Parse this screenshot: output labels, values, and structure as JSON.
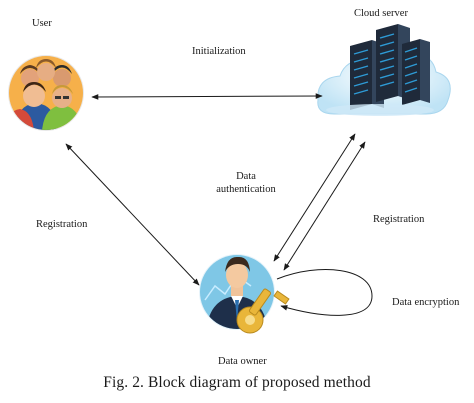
{
  "nodes": {
    "user": {
      "label": "User",
      "icon": "user-group-icon"
    },
    "cloud": {
      "label": "Cloud server",
      "icon": "cloud-server-icon"
    },
    "owner": {
      "label": "Data owner",
      "icon": "data-owner-key-icon"
    }
  },
  "edges": {
    "initialization": "Initialization",
    "data_auth_line1": "Data",
    "data_auth_line2": "authentication",
    "registration_left": "Registration",
    "registration_right": "Registration",
    "data_encryption": "Data encryption"
  },
  "caption": "Fig. 2.   Block diagram of proposed method",
  "colors": {
    "arrow": "#1a1a1a",
    "user_bg": "#f2a33a",
    "cloud_fill": "#dff1fb",
    "server_body": "#1f2a3a",
    "server_light": "#2e9bd6",
    "owner_bg": "#7fc7e6",
    "key": "#e9b63a"
  }
}
